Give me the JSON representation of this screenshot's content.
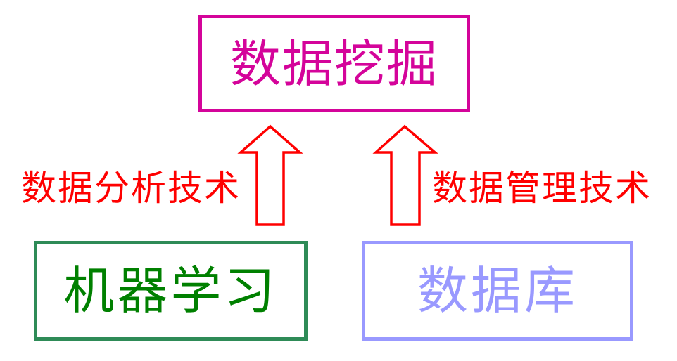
{
  "diagram": {
    "title": "数据挖掘",
    "nodes": {
      "top": {
        "label": "数据挖掘",
        "color": "#d4049a"
      },
      "left": {
        "label": "机器学习",
        "text_color": "#008000",
        "border_color": "#2e8b57"
      },
      "right": {
        "label": "数据库",
        "color": "#9999ff"
      }
    },
    "edges": [
      {
        "from": "机器学习",
        "to": "数据挖掘",
        "label": "数据分析技术",
        "color": "#ff0000",
        "direction": "up"
      },
      {
        "from": "数据库",
        "to": "数据挖掘",
        "label": "数据管理技术",
        "color": "#ff0000",
        "direction": "up"
      }
    ]
  }
}
